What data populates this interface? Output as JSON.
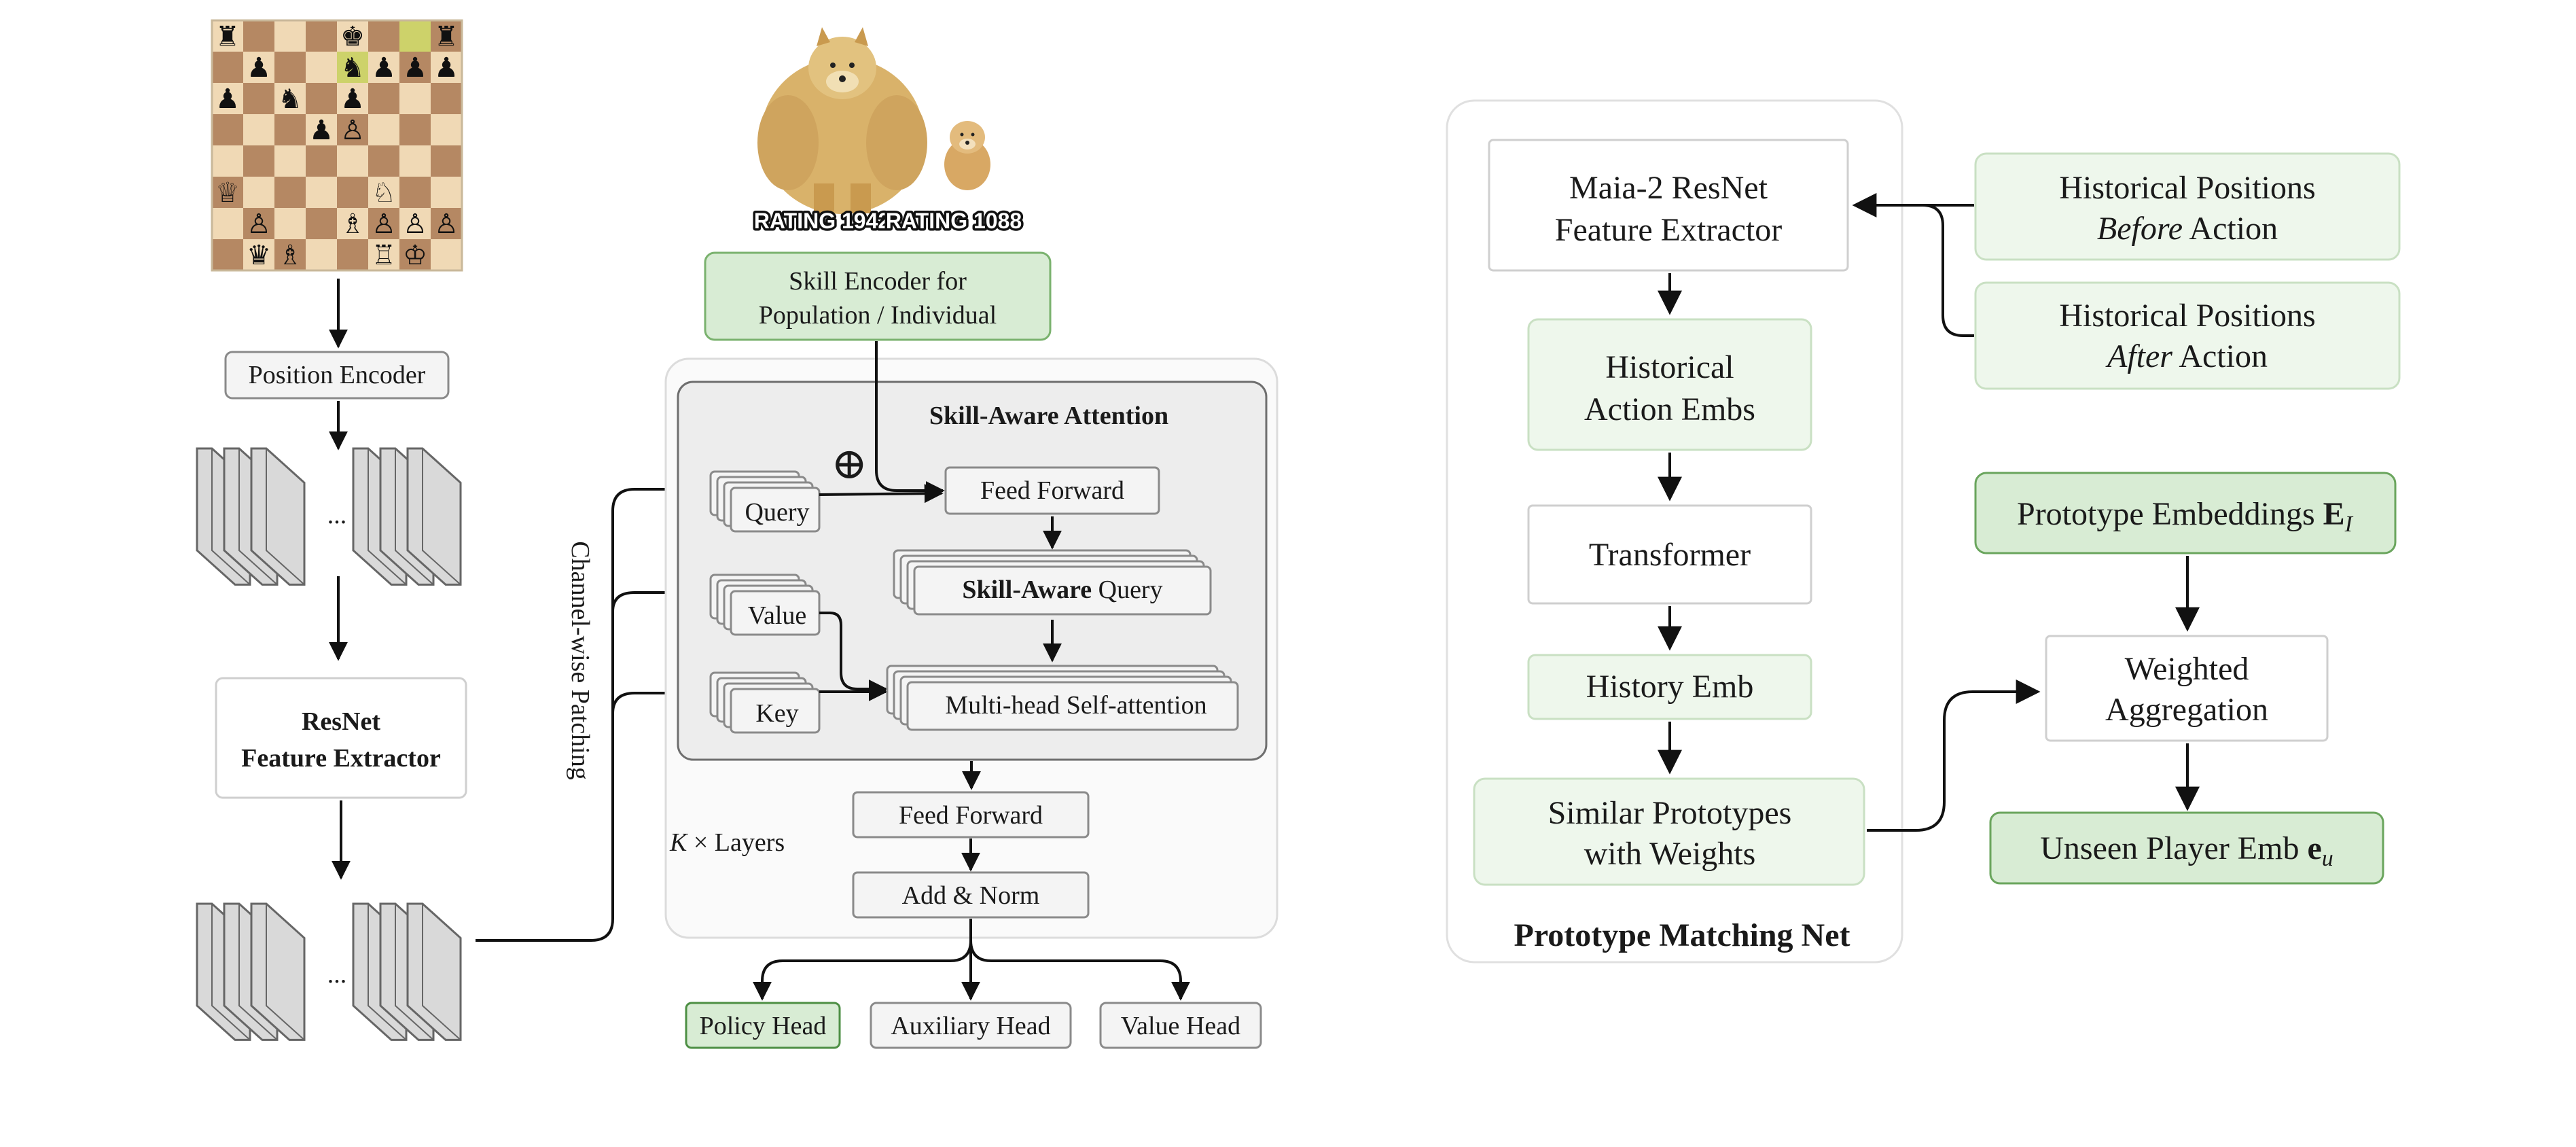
{
  "left": {
    "position_encoder": "Position Encoder",
    "resnet_line1": "ResNet",
    "resnet_line2": "Feature Extractor",
    "ellipsis": "...",
    "channel_patching": "Channel-wise Patching"
  },
  "ratings": {
    "high": "RATING 1942",
    "low": "RATING 1088"
  },
  "skill_encoder": {
    "line1": "Skill Encoder for",
    "line2": "Population / Individual"
  },
  "attention": {
    "title": "Skill-Aware Attention",
    "query": "Query",
    "value": "Value",
    "key": "Key",
    "feed_forward": "Feed Forward",
    "skill_aware_bold": "Skill-Aware",
    "skill_aware_rest": " Query",
    "mhsa": "Multi-head Self-attention",
    "oplus": "⊕"
  },
  "layers": {
    "k": "K",
    "rest": " × Layers"
  },
  "post": {
    "feed_forward": "Feed Forward",
    "add_norm": "Add & Norm"
  },
  "heads": {
    "policy": "Policy Head",
    "auxiliary": "Auxiliary Head",
    "value": "Value Head"
  },
  "pmn": {
    "title": "Prototype Matching Net",
    "maia_line1": "Maia-2 ResNet",
    "maia_line2": "Feature Extractor",
    "hist_action_line1": "Historical",
    "hist_action_line2": "Action Embs",
    "transformer": "Transformer",
    "history_emb": "History Emb",
    "similar_line1": "Similar Prototypes",
    "similar_line2": "with Weights"
  },
  "right": {
    "before_line1": "Historical Positions",
    "before_italic": "Before",
    "before_rest": " Action",
    "after_line1": "Historical Positions",
    "after_italic": "After",
    "after_rest": " Action",
    "prototype_emb": "Prototype Embeddings ",
    "prototype_symbol": "E",
    "prototype_sub": "I",
    "weighted_line1": "Weighted",
    "weighted_line2": "Aggregation",
    "unseen_emb": "Unseen Player Emb ",
    "unseen_symbol": "e",
    "unseen_sub": "u"
  },
  "chess": {
    "white_pieces": [
      "♕",
      "♙",
      "♘",
      "♖",
      "♔",
      "♗"
    ],
    "black_pieces": [
      "♜",
      "♞",
      "♟",
      "♚",
      "♛",
      "♝"
    ]
  }
}
